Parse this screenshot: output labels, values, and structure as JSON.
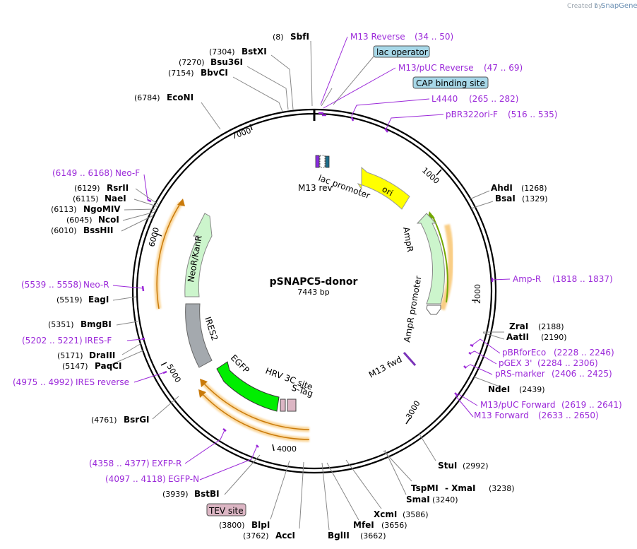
{
  "credit": {
    "prefix": "Created by",
    "brand": "SnapGene"
  },
  "plasmid": {
    "name": "pSNAPC5-donor",
    "size_label": "7443 bp"
  },
  "ticks": [
    "1000",
    "2000",
    "3000",
    "4000",
    "5000",
    "6000",
    "7000"
  ],
  "sites": [
    {
      "name": "SbfI",
      "pos": "(8)"
    },
    {
      "name": "BstXI",
      "pos": "(7304)"
    },
    {
      "name": "Bsu36I",
      "pos": "(7270)"
    },
    {
      "name": "BbvCI",
      "pos": "(7154)"
    },
    {
      "name": "EcoNI",
      "pos": "(6784)"
    },
    {
      "name": "RsrII",
      "pos": "(6129)"
    },
    {
      "name": "NaeI",
      "pos": "(6115)"
    },
    {
      "name": "NgoMIV",
      "pos": "(6113)"
    },
    {
      "name": "NcoI",
      "pos": "(6045)"
    },
    {
      "name": "BssHII",
      "pos": "(6010)"
    },
    {
      "name": "EagI",
      "pos": "(5519)"
    },
    {
      "name": "BmgBI",
      "pos": "(5351)"
    },
    {
      "name": "DraIII",
      "pos": "(5171)"
    },
    {
      "name": "PaqCI",
      "pos": "(5147)"
    },
    {
      "name": "BsrGI",
      "pos": "(4761)"
    },
    {
      "name": "BstBI",
      "pos": "(3939)"
    },
    {
      "name": "BlpI",
      "pos": "(3800)"
    },
    {
      "name": "AccI",
      "pos": "(3762)"
    },
    {
      "name": "BglII",
      "pos": "(3662)"
    },
    {
      "name": "MfeI",
      "pos": "(3656)"
    },
    {
      "name": "XcmI",
      "pos": "(3586)"
    },
    {
      "name": "SmaI",
      "pos": "(3240)"
    },
    {
      "name": "TspMI",
      "pos": "(3238)"
    },
    {
      "name": "- XmaI",
      "pos": ""
    },
    {
      "name": "StuI",
      "pos": "(2992)"
    },
    {
      "name": "NdeI",
      "pos": "(2439)"
    },
    {
      "name": "ZraI",
      "pos": "(2188)"
    },
    {
      "name": "AatII",
      "pos": "(2190)"
    },
    {
      "name": "AhdI",
      "pos": "(1268)"
    },
    {
      "name": "BsaI",
      "pos": "(1329)"
    }
  ],
  "primers": [
    {
      "name": "M13 Reverse",
      "range": "(34 .. 50)"
    },
    {
      "name": "M13/pUC Reverse",
      "range": "(47 .. 69)"
    },
    {
      "name": "L4440",
      "range": "(265 .. 282)"
    },
    {
      "name": "pBR322ori-F",
      "range": "(516 .. 535)"
    },
    {
      "name": "Amp-R",
      "range": "(1818 .. 1837)"
    },
    {
      "name": "pBRforEco",
      "range": "(2228 .. 2246)"
    },
    {
      "name": "pGEX 3'",
      "range": "(2284 .. 2306)"
    },
    {
      "name": "pRS-marker",
      "range": "(2406 .. 2425)"
    },
    {
      "name": "M13/pUC Forward",
      "range": "(2619 .. 2641)"
    },
    {
      "name": "M13 Forward",
      "range": "(2633 .. 2650)"
    },
    {
      "name": "EXFP-R",
      "range": "(4358 .. 4377)"
    },
    {
      "name": "EGFP-N",
      "range": "(4097 .. 4118)"
    },
    {
      "name": "IRES reverse",
      "range": "(4975 .. 4992)"
    },
    {
      "name": "IRES-F",
      "range": "(5202 .. 5221)"
    },
    {
      "name": "Neo-R",
      "range": "(5539 .. 5558)"
    },
    {
      "name": "Neo-F",
      "range": "(6149 .. 6168)"
    }
  ],
  "badges": [
    "lac operator",
    "CAP binding site",
    "TEV site"
  ],
  "features": [
    "lac promoter",
    "M13 rev",
    "ori",
    "AmpR",
    "AmpR promoter",
    "M13 fwd",
    "NeoR/KanR",
    "IRES2",
    "EGFP",
    "HRV 3C site",
    "S-Tag"
  ],
  "colors": {
    "primer": "#9b29d9",
    "ori": "#ffff00",
    "ampr": "#ccf5cc",
    "neo": "#ccf5cc",
    "ires": "#a4a9ae",
    "egfp": "#00ee00",
    "orange_arrow": "#f5a623",
    "badge_blue": "#a7d8e8",
    "badge_pink": "#dcb6c4"
  }
}
